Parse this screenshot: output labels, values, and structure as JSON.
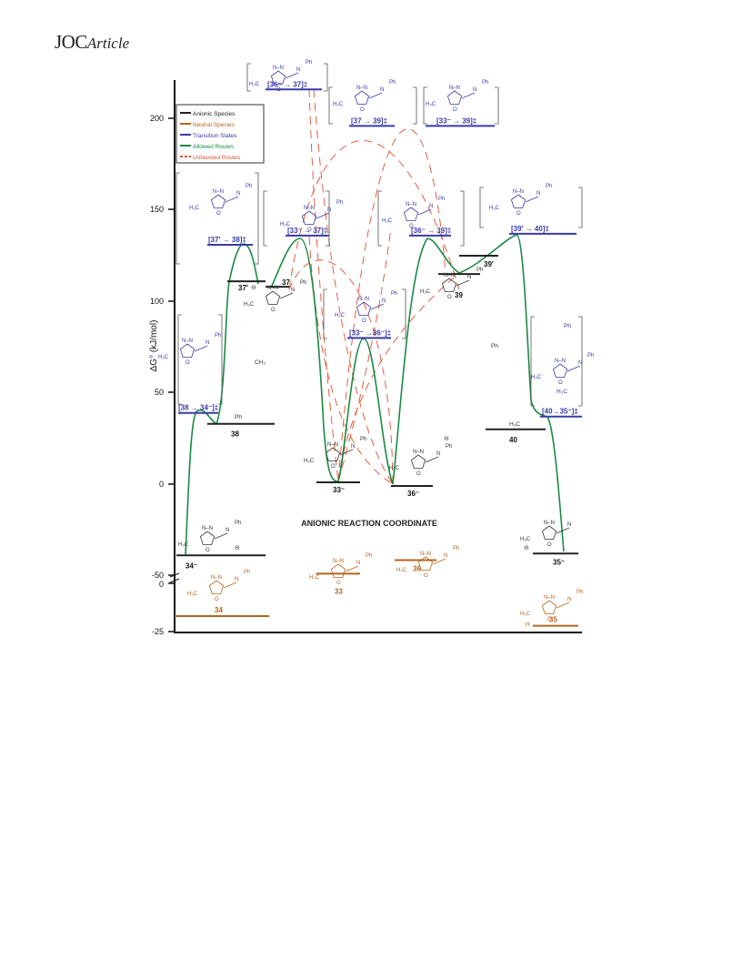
{
  "header": {
    "journal": "JOC",
    "section": "Article"
  },
  "colors": {
    "anionic": "#222222",
    "neutral": "#b5651d",
    "transition": "#3a3aa8",
    "allowed": "#1a8a45",
    "unfavored": "#e05030"
  },
  "legend": [
    {
      "label": "Anionic Species",
      "color": "#222222",
      "dash": false
    },
    {
      "label": "Neutral Species",
      "color": "#b5651d",
      "dash": false
    },
    {
      "label": "Transition States",
      "color": "#3a3aa8",
      "dash": false
    },
    {
      "label": "Allowed Routes",
      "color": "#1a8a45",
      "dash": false
    },
    {
      "label": "Unfavored Routes",
      "color": "#e05030",
      "dash": true
    }
  ],
  "axis": {
    "ylabel": "ΔG° (kJ/mol)",
    "ticks": [
      "200",
      "150",
      "100",
      "50",
      "0",
      "-50",
      "0",
      "-25"
    ],
    "xlabel": "ANIONIC REACTION COORDINATE"
  },
  "chart_data": {
    "type": "line",
    "ylabel": "ΔG° (kJ/mol)",
    "xlabel": "ANIONIC REACTION COORDINATE",
    "anionic_levels": [
      {
        "label": "34⁻",
        "value": -39
      },
      {
        "label": "38",
        "value": 33
      },
      {
        "label": "37′",
        "value": 111
      },
      {
        "label": "37",
        "value": 108
      },
      {
        "label": "33⁻",
        "value": 1
      },
      {
        "label": "36⁻",
        "value": -1
      },
      {
        "label": "39",
        "value": 115
      },
      {
        "label": "39′",
        "value": 125
      },
      {
        "label": "40",
        "value": 30
      },
      {
        "label": "35⁻",
        "value": -38
      }
    ],
    "transition_states": [
      {
        "label": "[38 → 34⁻]‡",
        "value": 39
      },
      {
        "label": "[37′ → 38]‡",
        "value": 131
      },
      {
        "label": "[33⁻ → 37]‡",
        "value": 136
      },
      {
        "label": "[33⁻ →36⁻]‡",
        "value": 80
      },
      {
        "label": "[36⁻ → 39]‡",
        "value": 136
      },
      {
        "label": "[39′ → 40]‡",
        "value": 137
      },
      {
        "label": "[40→35⁻]‡",
        "value": 37
      },
      {
        "label": "[36⁻ → 37]‡",
        "value": 216
      },
      {
        "label": "[37 → 39]‡",
        "value": 196
      },
      {
        "label": "[33⁻ → 39]‡",
        "value": 196
      }
    ],
    "neutral_levels": [
      {
        "label": "34",
        "value": -17
      },
      {
        "label": "33",
        "value": 5
      },
      {
        "label": "36",
        "value": 12
      },
      {
        "label": "35",
        "value": -22
      }
    ]
  },
  "anionic_labels": [
    "34⁻",
    "38",
    "37′",
    "37",
    "33⁻",
    "36⁻",
    "39",
    "39′",
    "40",
    "35⁻"
  ],
  "ts_labels": [
    "[38 → 34⁻]‡",
    "[37′ → 38]‡",
    "[33⁻ → 37]‡",
    "[33⁻ →36⁻]‡",
    "[36⁻ → 39]‡",
    "[39′ → 40]‡",
    "[40→35⁻]‡",
    "[36⁻ → 37]‡",
    "[37 → 39]‡",
    "[33⁻ → 39]‡"
  ],
  "neutral_labels": [
    "34",
    "33",
    "36",
    "35"
  ],
  "chem": {
    "me": "H₃C",
    "ph": "Ph",
    "ch3": "CH₃",
    "o": "O",
    "n": "N",
    "nn": "N–N",
    "h": "H",
    "neg": "⊖"
  }
}
